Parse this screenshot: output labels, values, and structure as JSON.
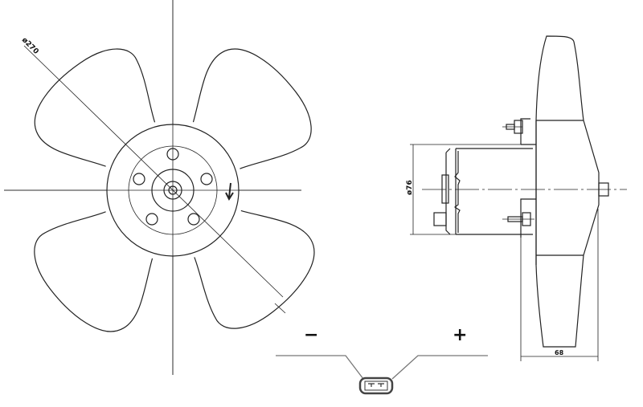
{
  "front_view": {
    "diameter_label": "ø270"
  },
  "side_view": {
    "motor_diameter_label": "ø76",
    "depth_label": "68"
  },
  "connector": {
    "negative_label": "−",
    "positive_label": "+"
  },
  "colors": {
    "line": "#222222",
    "wire": "#777777"
  }
}
